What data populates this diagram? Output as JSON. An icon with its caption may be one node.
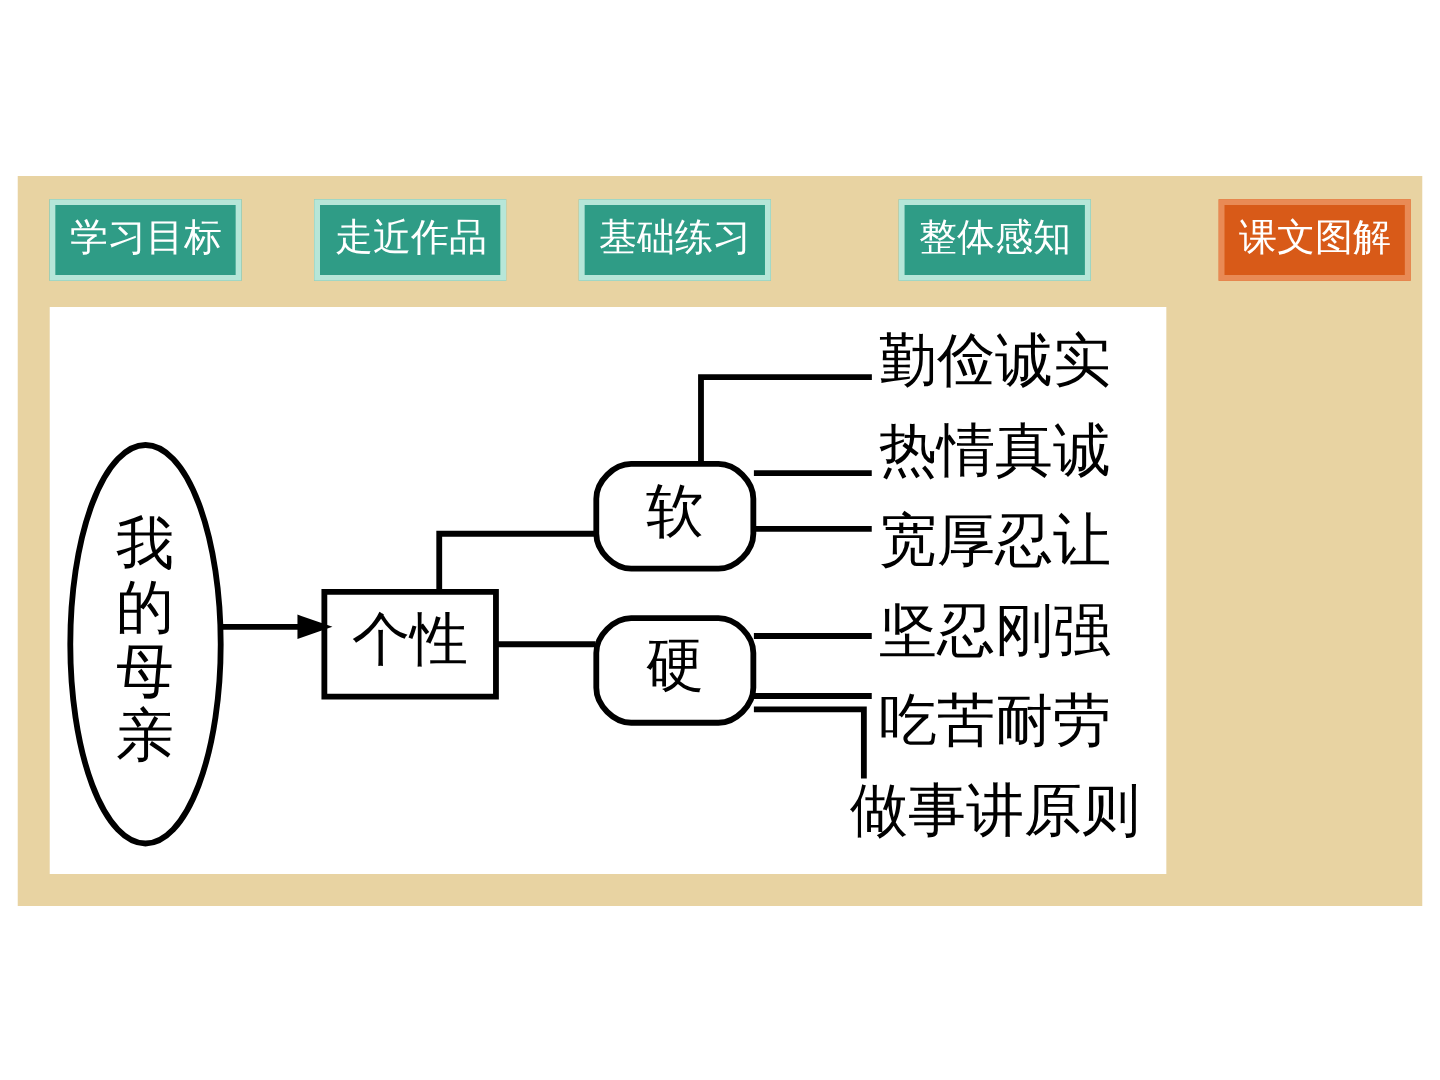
{
  "diagram": {
    "nodes": [
      {
        "text": [],
        "shape": "box"
      },
      {
        "text": [
          "我的母亲"
        ],
        "in": 0
      },
      {
        "text": [
          "个性"
        ],
        "in": 0
      },
      {
        "text": [
          "软"
        ],
        "in": 0
      },
      {
        "text": [
          "勤俭诚实"
        ],
        "in": 0
      },
      {
        "text": [
          "热情真诚"
        ],
        "in": 0
      },
      {
        "text": [
          "宽厚忍让"
        ],
        "in": 0
      },
      {
        "text": [
          "硬"
        ],
        "in": 0
      },
      {
        "text": [
          "坚忍刚强"
        ],
        "in": 0
      },
      {
        "text": [
          "吃苦耐劳"
        ],
        "in": 0
      },
      {
        "text": [
          "做事讲原则"
        ],
        "in": 0
      }
    ],
    "edges": [
      {
        "from": 1,
        "to": 2,
        "arrow": "to"
      },
      {
        "from": 2,
        "to": 3,
        "arrow": "none"
      },
      {
        "from": 2,
        "to": 7,
        "arrow": "none"
      },
      {
        "from": 3,
        "to": 4,
        "arrow": "none"
      },
      {
        "from": 3,
        "to": 5,
        "arrow": "none"
      },
      {
        "from": 3,
        "to": 6,
        "arrow": "none"
      },
      {
        "from": 7,
        "to": 8,
        "arrow": "none"
      },
      {
        "from": 7,
        "to": 9,
        "arrow": "none"
      },
      {
        "from": 7,
        "to": 10,
        "arrow": "none"
      }
    ],
    "labels": [
      "学习目标",
      "走近作品",
      "基础练习",
      "整体感知",
      "课文图解"
    ]
  }
}
